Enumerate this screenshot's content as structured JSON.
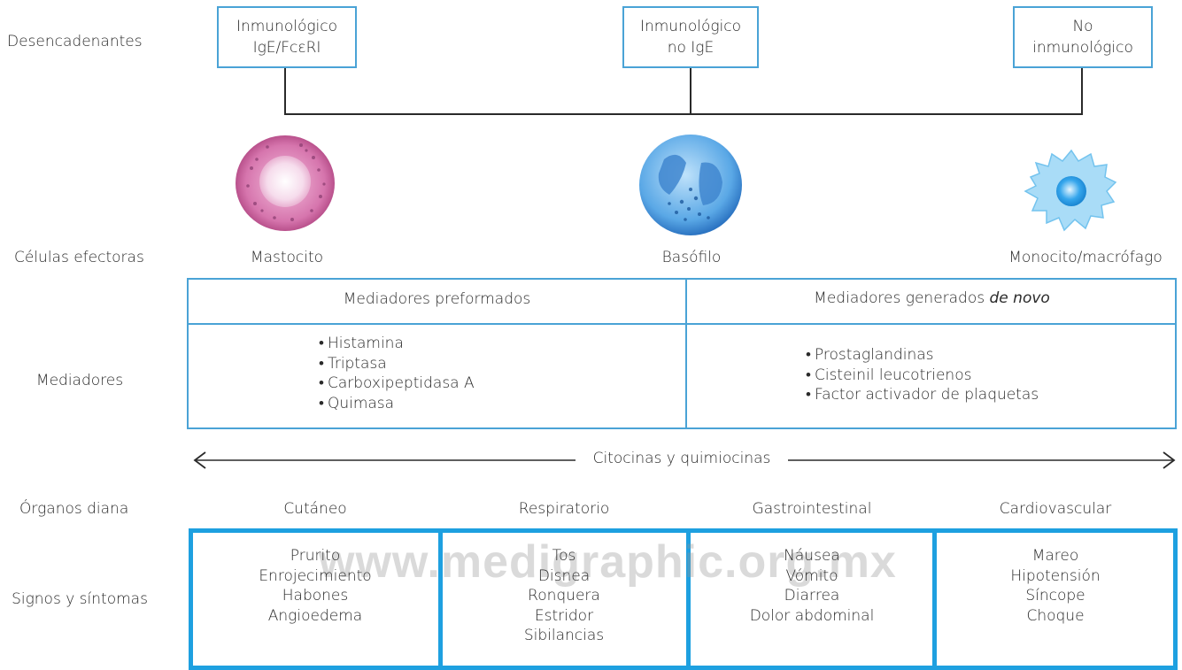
{
  "row_labels": {
    "triggers": "Desencadenantes",
    "effector_cells": "Células efectoras",
    "mediators": "Mediadores",
    "target_organs": "Órganos diana",
    "signs_symptoms": "Signos y síntomas"
  },
  "triggers": [
    {
      "text": "Inmunológico\nIgE/FcεRI"
    },
    {
      "text": "Inmunológico\nno IgE"
    },
    {
      "text": "No\ninmunológico"
    }
  ],
  "cells": [
    {
      "name": "Mastocito",
      "icon": "mast-cell-illustration"
    },
    {
      "name": "Basófilo",
      "icon": "basophil-illustration"
    },
    {
      "name": "Monocito/macrófago",
      "icon": "macrophage-illustration"
    }
  ],
  "mediators": {
    "preformed": {
      "header": "Mediadores preformados",
      "items": [
        "Histamina",
        "Triptasa",
        "Carboxipeptidasa A",
        "Quimasa"
      ]
    },
    "de_novo": {
      "header_prefix": "Mediadores generados ",
      "header_emphasis": "de novo",
      "items": [
        "Prostaglandinas",
        "Cisteinil leucotrienos",
        "Factor activador de plaquetas"
      ]
    }
  },
  "cytokines_label": "Citocinas y quimiocinas",
  "organs": [
    {
      "name": "Cutáneo",
      "symptoms": [
        "Prurito",
        "Enrojecimiento",
        "Habones",
        "Angioedema"
      ]
    },
    {
      "name": "Respiratorio",
      "symptoms": [
        "Tos",
        "Disnea",
        "Ronquera",
        "Estridor",
        "Sibilancias"
      ]
    },
    {
      "name": "Gastrointestinal",
      "symptoms": [
        "Náusea",
        "Vómito",
        "Diarrea",
        "Dolor abdominal"
      ]
    },
    {
      "name": "Cardiovascular",
      "symptoms": [
        "Mareo",
        "Hipotensión",
        "Síncope",
        "Choque"
      ]
    }
  ],
  "watermark": "www.medigraphic.org.mx",
  "colors": {
    "box_border": "#4aa3d6",
    "symptom_border": "#1ea0e0",
    "mast_cell": "#d06aa8",
    "basophil": "#3f8fd6",
    "macrophage": "#5ab4ea"
  }
}
